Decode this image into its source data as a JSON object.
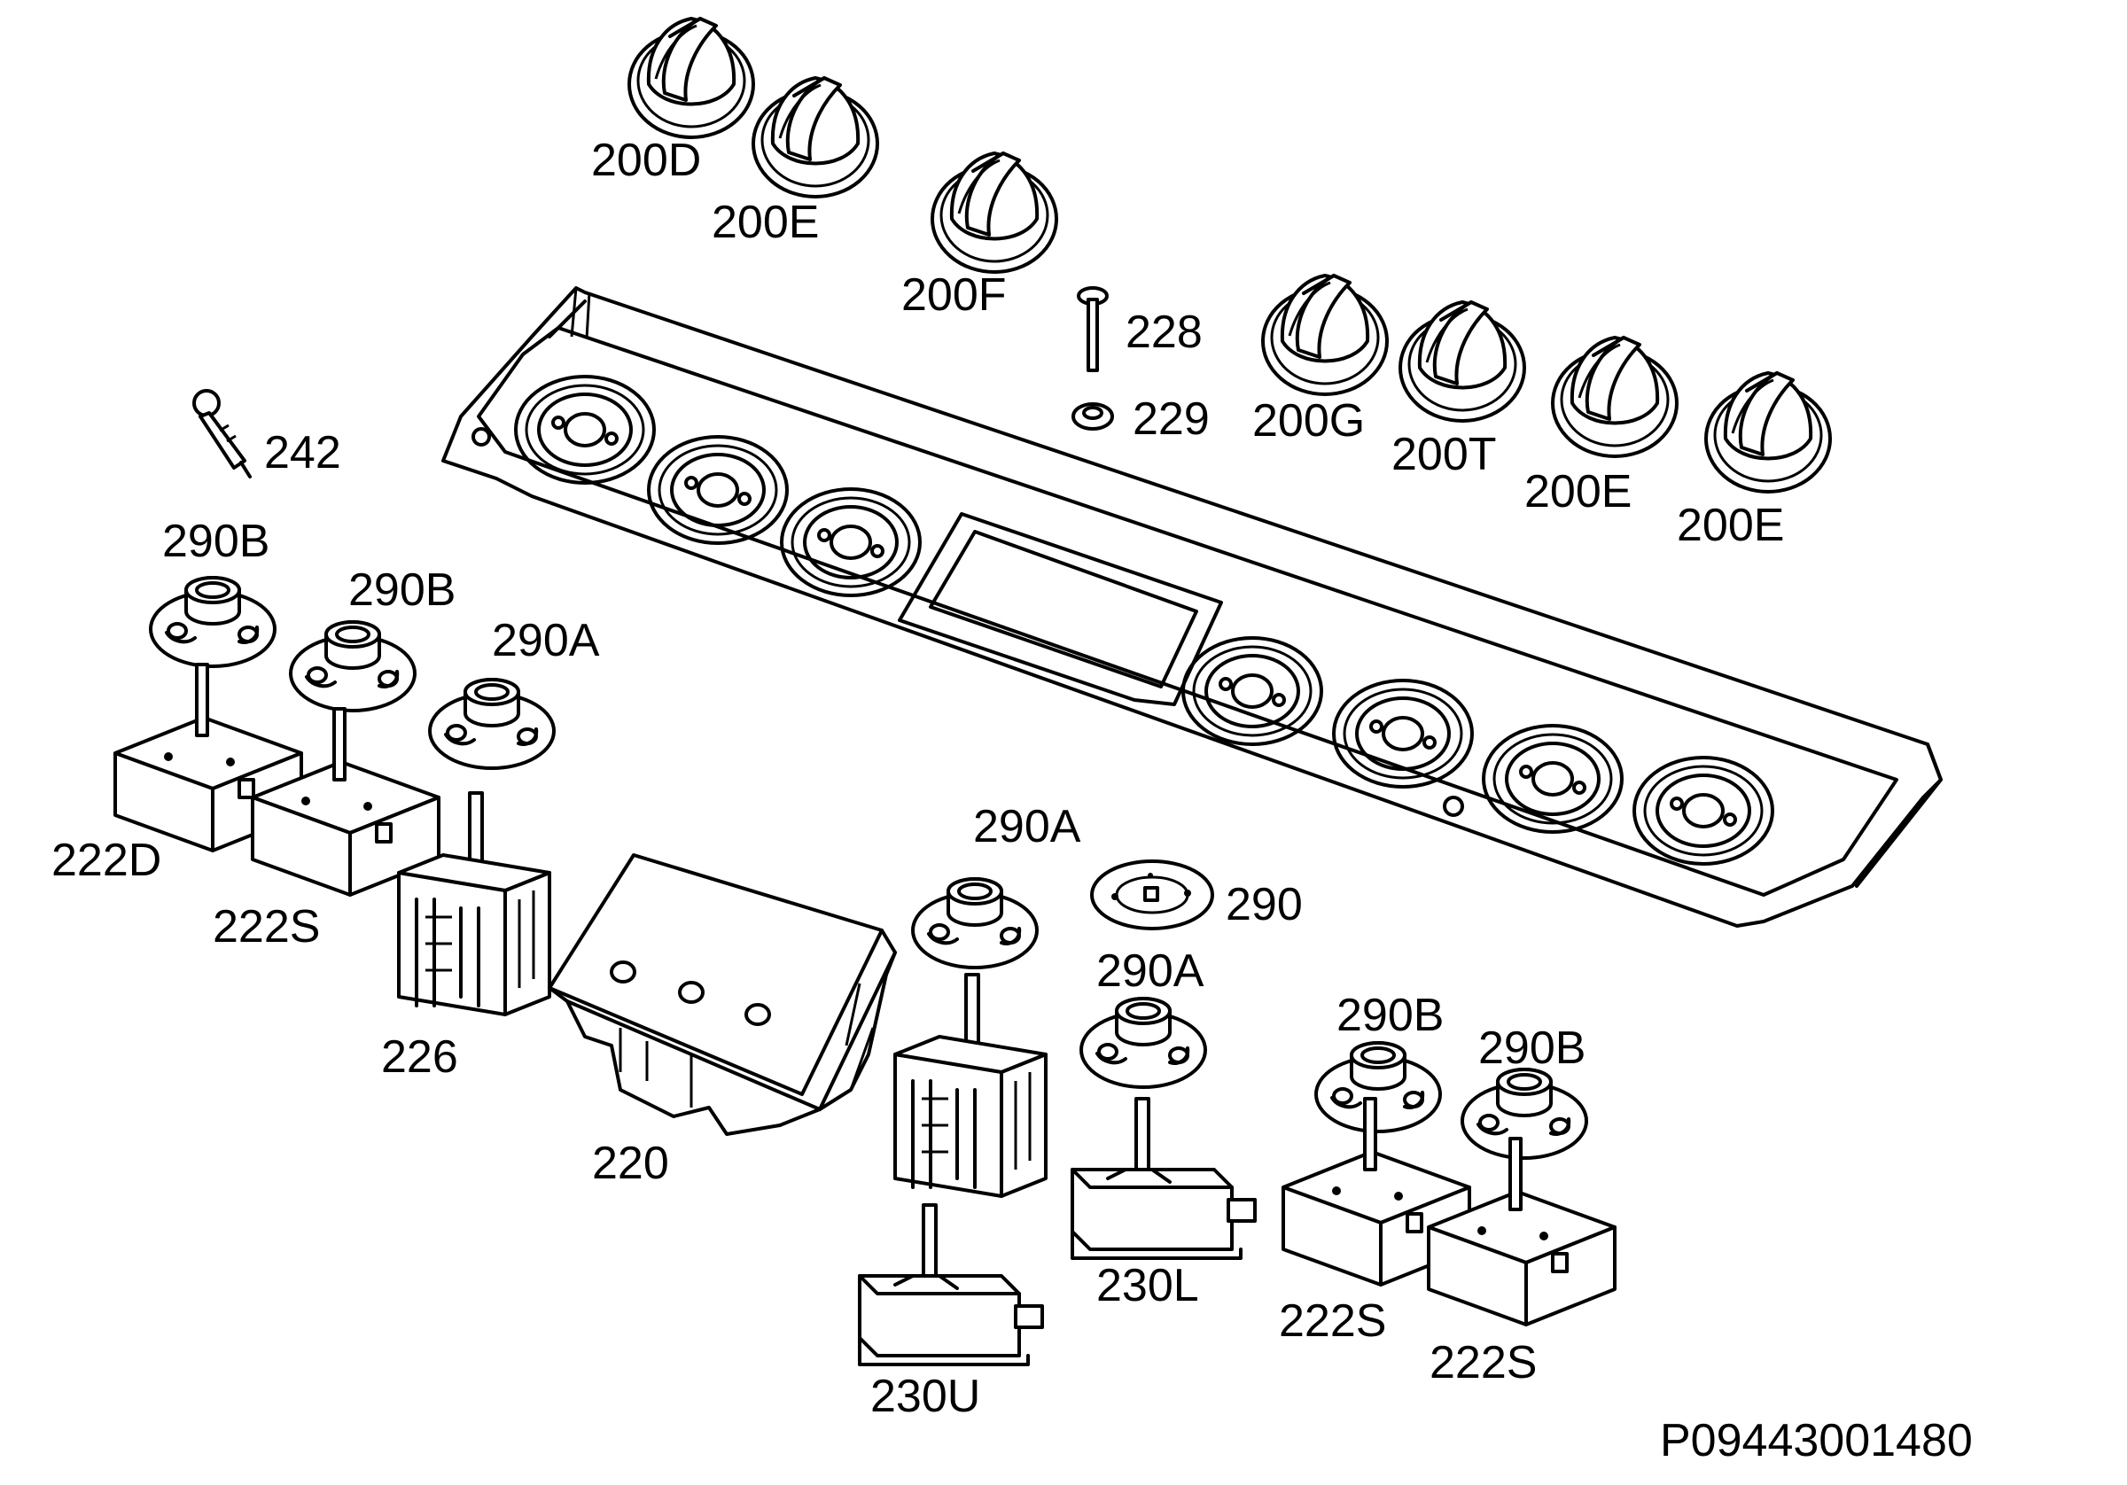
{
  "drawing_code": "P09443001480",
  "labels": {
    "knob_200D": "200D",
    "knob_200E_a": "200E",
    "knob_200F": "200F",
    "screw_228": "228",
    "nut_229": "229",
    "knob_200G": "200G",
    "knob_200T": "200T",
    "knob_200E_b": "200E",
    "knob_200E_c": "200E",
    "indicator_242": "242",
    "bezel_290B_a": "290B",
    "bezel_290B_b": "290B",
    "bezel_290A_a": "290A",
    "switch_222D": "222D",
    "switch_222S_a": "222S",
    "switch_226": "226",
    "timer_220": "220",
    "bezel_290A_b": "290A",
    "disc_290": "290",
    "bezel_290A_c": "290A",
    "bezel_290B_c": "290B",
    "bezel_290B_d": "290B",
    "switch_230L": "230L",
    "switch_230U": "230U",
    "switch_222S_b": "222S",
    "switch_222S_c": "222S"
  }
}
